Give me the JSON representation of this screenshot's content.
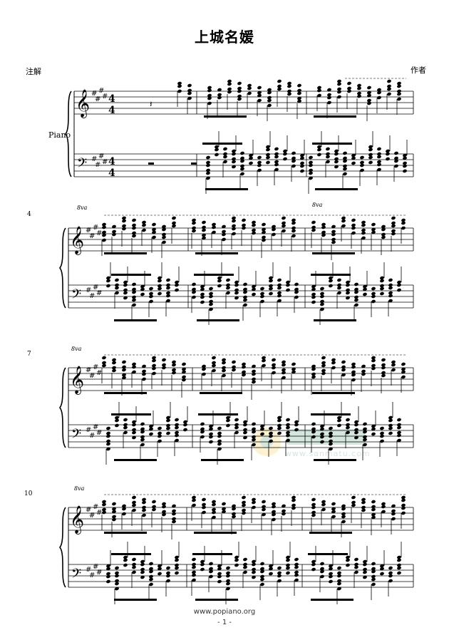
{
  "score": {
    "title": "上城名媛",
    "left_note": "注解",
    "right_note": "作者",
    "instrument": "Piano",
    "time_signature": {
      "top": "4",
      "bottom": "4"
    },
    "key_signature": "E major (4 sharps)",
    "measure_numbers": [
      "4",
      "7",
      "10"
    ],
    "dynamic_marks": [
      "8va"
    ],
    "footer_url": "www.popiano.org",
    "page_label": "- 1 -",
    "watermark_text": "www.sanmatu.com"
  }
}
